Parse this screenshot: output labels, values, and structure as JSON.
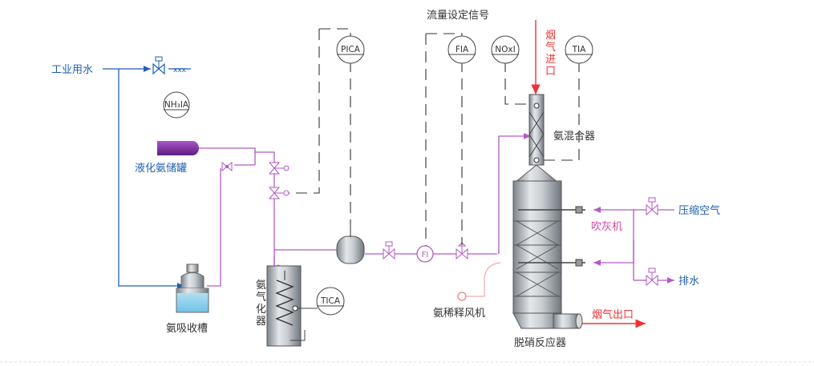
{
  "labels": {
    "industrial_water": "工业用水",
    "liquid_ammonia_tank": "液化氨储罐",
    "ammonia_absorption_tank": "氨吸收槽",
    "ammonia_vaporizer": "氨气化器",
    "flow_setpoint_signal": "流量设定信号",
    "flue_gas_inlet": "烟气进口",
    "ammonia_mixer": "氨混合器",
    "soot_blower": "吹灰机",
    "compressed_air": "压缩空气",
    "drain": "排水",
    "dilution_fan": "氨稀释风机",
    "flue_gas_outlet": "烟气出口",
    "denox_reactor": "脱硝反应器"
  },
  "instruments": {
    "nh3ia": "NH₃IA",
    "pica": "PICA",
    "fia": "FIA",
    "noxi": "NOxI",
    "tia": "TIA",
    "tica": "TICA",
    "fi": "FI"
  },
  "colors": {
    "water_line": "#1f5fb0",
    "ammonia_line": "#b25ac4",
    "flue_gas": "#e33333",
    "tank": "#7a2a9e",
    "vessel_metal": "#9aa1a8",
    "water_label": "#1f5fb0",
    "red_label": "#e33333",
    "pink_label": "#d04aa0"
  }
}
